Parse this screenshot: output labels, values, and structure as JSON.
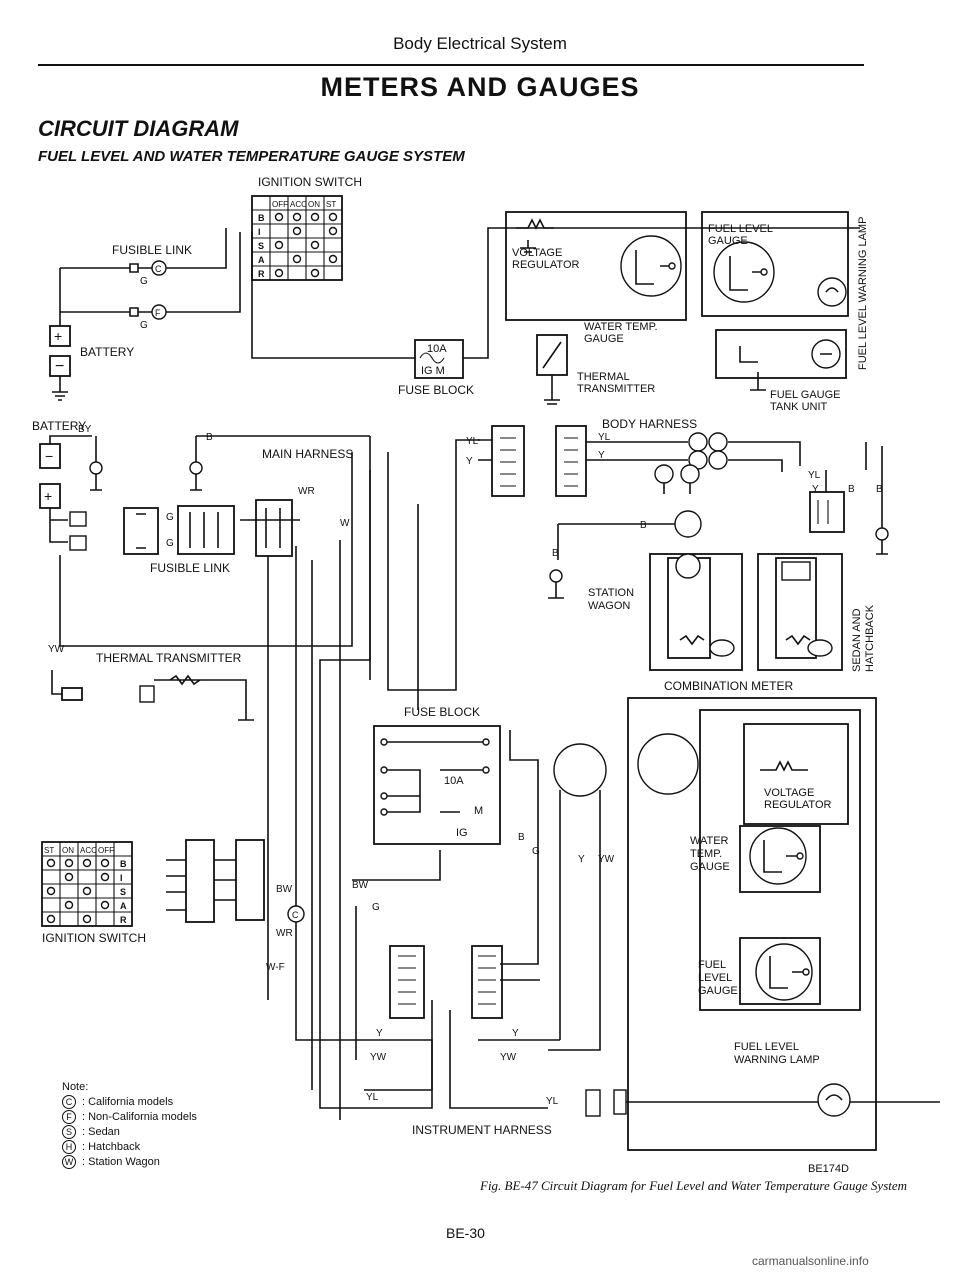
{
  "header": {
    "section": "Body Electrical System",
    "title": "METERS AND GAUGES",
    "heading": "CIRCUIT DIAGRAM",
    "subheading": "FUEL LEVEL AND WATER TEMPERATURE GAUGE SYSTEM"
  },
  "labels": {
    "ignition_switch": "IGNITION SWITCH",
    "fusible_link": "FUSIBLE LINK",
    "battery": "BATTERY",
    "battery_lower": "BATTERY",
    "fuse_block": "FUSE BLOCK",
    "fuse_10a": "10A",
    "fuse_ig_m": "IG  M",
    "voltage_regulator": "VOLTAGE\nREGULATOR",
    "water_temp_gauge": "WATER TEMP.\nGAUGE",
    "fuel_level_gauge": "FUEL LEVEL\nGAUGE",
    "fuel_level_warning_lamp": "FUEL LEVEL WARNING LAMP",
    "thermal_transmitter": "THERMAL\nTRANSMITTER",
    "fuel_gauge_tank_unit": "FUEL GAUGE\nTANK UNIT",
    "body_harness": "BODY HARNESS",
    "main_harness": "MAIN HARNESS",
    "fusible_link_lower": "FUSIBLE LINK",
    "thermal_transmitter_lower": "THERMAL TRANSMITTER",
    "station_wagon": "STATION\nWAGON",
    "sedan_hatchback": "SEDAN AND\nHATCHBACK",
    "combination_meter": "COMBINATION METER",
    "fuse_block_lower": "FUSE BLOCK",
    "ignition_switch_lower": "IGNITION SWITCH",
    "instrument_harness": "INSTRUMENT HARNESS",
    "voltage_regulator_lower": "VOLTAGE\nREGULATOR",
    "water_temp_gauge_lower": "WATER\nTEMP.\nGAUGE",
    "fuel_level_gauge_lower": "FUEL\nLEVEL\nGAUGE",
    "fuel_level_warning_lamp_lower": "FUEL LEVEL\nWARNING LAMP"
  },
  "switch_table": {
    "columns": [
      "OFF",
      "ACC",
      "ON",
      "ST"
    ],
    "rows": [
      "B",
      "I",
      "S",
      "A",
      "R"
    ]
  },
  "switch_table_lower": {
    "columns": [
      "ST",
      "ON",
      "ACC",
      "OFF"
    ],
    "rows": [
      "B",
      "I",
      "S",
      "A",
      "R"
    ]
  },
  "wire_codes": [
    "BY",
    "B",
    "G",
    "YW",
    "WR",
    "W",
    "YL",
    "Y",
    "BW",
    "W-F",
    "WR"
  ],
  "notes": {
    "title": "Note:",
    "items": [
      {
        "symbol": "C",
        "text": ": California models"
      },
      {
        "symbol": "F",
        "text": ": Non-California models"
      },
      {
        "symbol": "S",
        "text": ": Sedan"
      },
      {
        "symbol": "H",
        "text": ": Hatchback"
      },
      {
        "symbol": "W",
        "text": ": Station Wagon"
      }
    ]
  },
  "figure": {
    "code": "BE174D",
    "caption": "Fig. BE-47  Circuit Diagram for Fuel Level and Water Temperature Gauge System"
  },
  "footer": {
    "page_number": "BE-30",
    "watermark": "carmanualsonline.info"
  }
}
